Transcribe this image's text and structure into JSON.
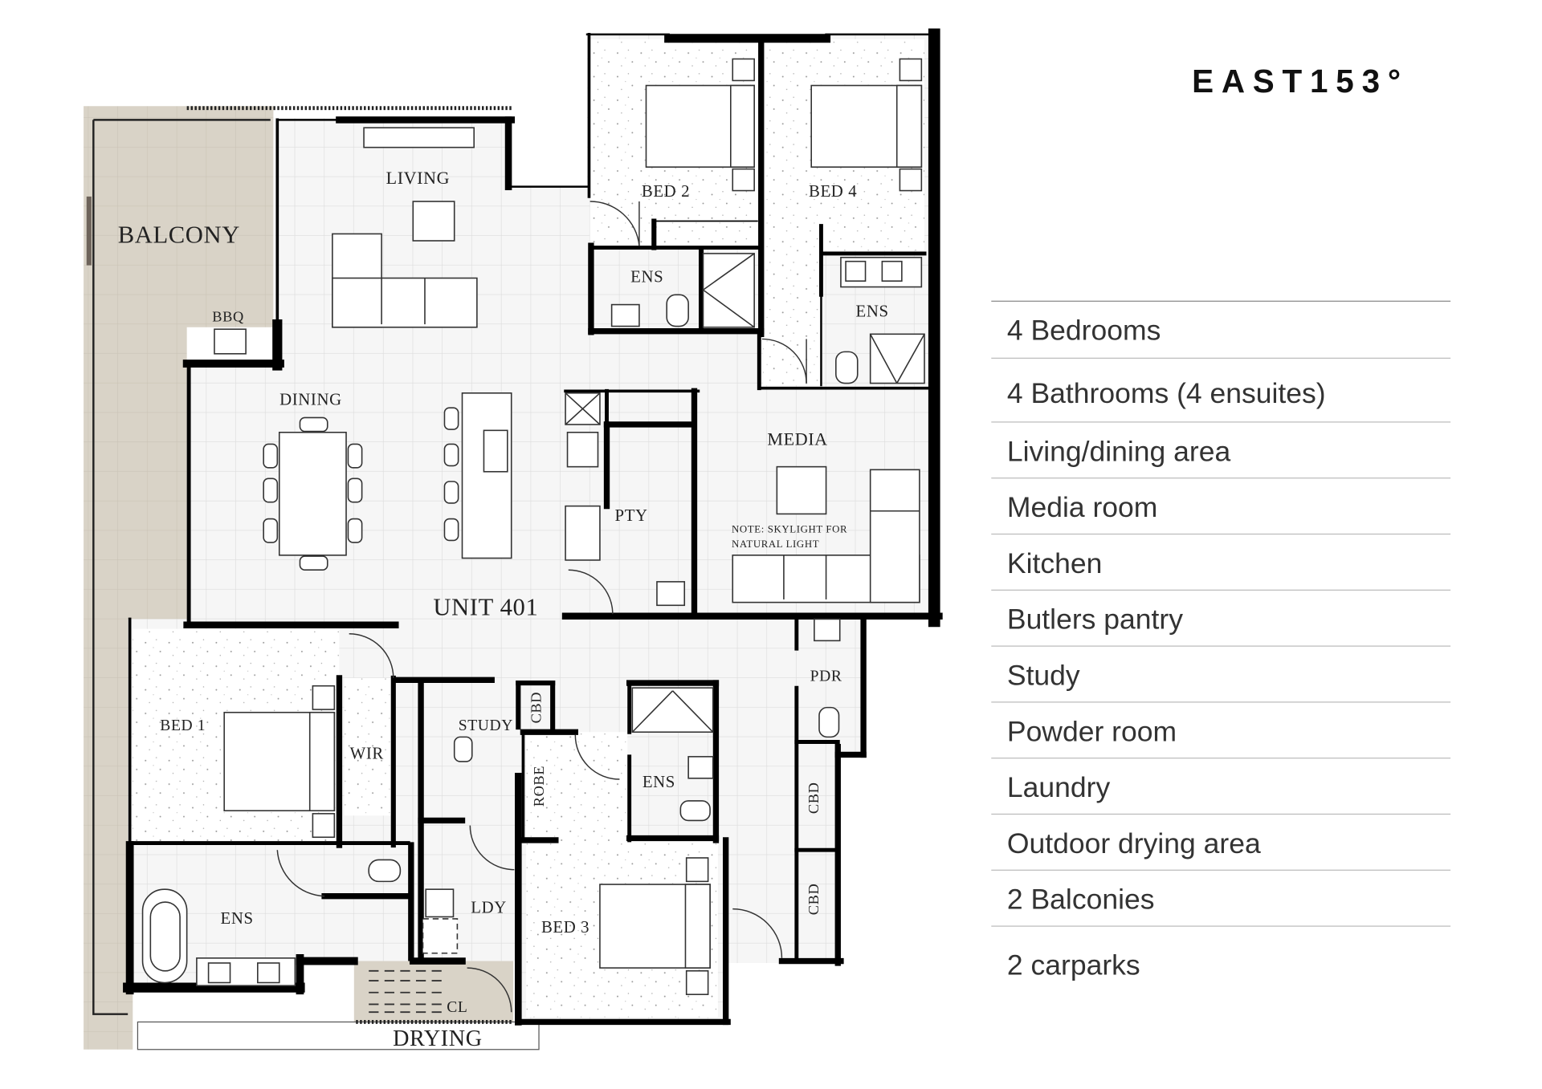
{
  "brand": "EAST153°",
  "unit": "UNIT 401",
  "rooms": {
    "living": "LIVING",
    "balcony": "BALCONY",
    "bbq": "BBQ",
    "dining": "DINING",
    "bed2": "BED 2",
    "bed4": "BED 4",
    "ens_bed2": "ENS",
    "ens_bed4": "ENS",
    "media": "MEDIA",
    "media_note_1": "NOTE: SKYLIGHT FOR",
    "media_note_2": "NATURAL LIGHT",
    "pty": "PTY",
    "pdr": "PDR",
    "bed1": "BED 1",
    "wir": "WIR",
    "study": "STUDY",
    "cbd_study": "CBD",
    "robe": "ROBE",
    "ens_bed3": "ENS",
    "cbd_1": "CBD",
    "cbd_2": "CBD",
    "ens_bed1": "ENS",
    "ldy": "LDY",
    "bed3": "BED 3",
    "cl": "CL",
    "drying": "DRYING"
  },
  "features": [
    "4 Bedrooms",
    "4 Bathrooms (4 ensuites)",
    "Living/dining area",
    "Media room",
    "Kitchen",
    "Butlers pantry",
    "Study",
    "Powder room",
    "Laundry",
    "Outdoor drying area",
    "2 Balconies",
    "2 carparks"
  ],
  "colors": {
    "balcony": "#d9d3c7",
    "wall": "#000000",
    "tile": "#f5f5f5",
    "grid": "#dddddd"
  }
}
